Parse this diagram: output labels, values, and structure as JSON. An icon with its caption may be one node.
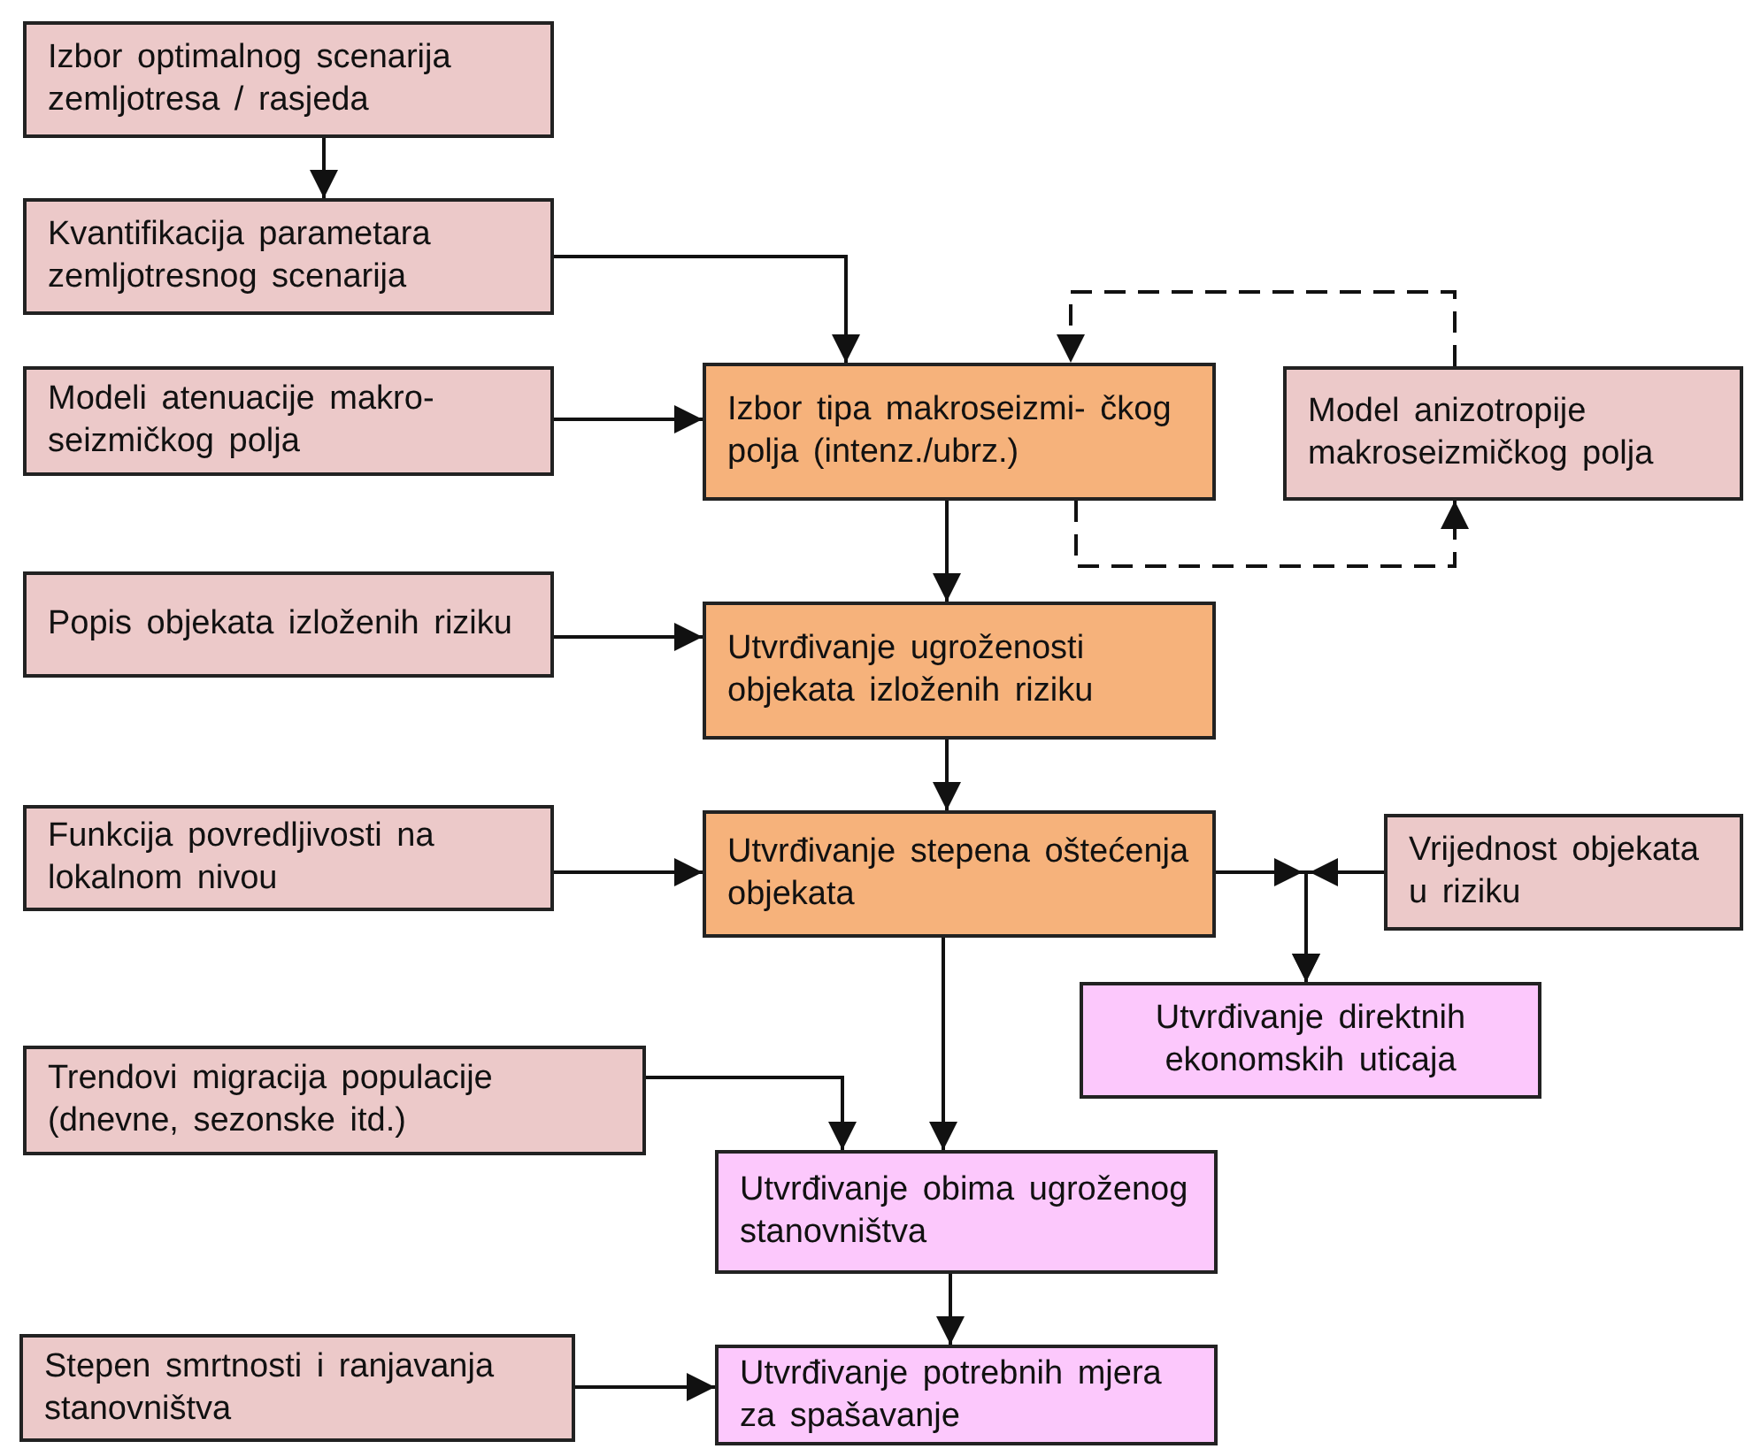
{
  "diagram": {
    "nodes": [
      {
        "text": [
          "Izbor optimalnog scenarija zemljotresa / rasjeda"
        ]
      },
      {
        "text": [
          "Kvantifikacija parametara zemljotresnog scenarija"
        ]
      },
      {
        "text": [
          "Modeli atenuacije makro- seizmičkog polja"
        ]
      },
      {
        "text": [
          "Izbor tipa makroseizmi- čkog polja (intenz./ubrz.)"
        ]
      },
      {
        "text": [
          "Model anizotropije makroseizmičkog polja"
        ]
      },
      {
        "text": [
          "Popis objekata izloženih riziku"
        ]
      },
      {
        "text": [
          "Utvrđivanje ugroženosti objekata izloženih riziku"
        ]
      },
      {
        "text": [
          "Funkcija povredljivosti na lokalnom nivou"
        ]
      },
      {
        "text": [
          "Utvrđivanje stepena oštećenja objekata"
        ]
      },
      {
        "text": [
          "Vrijednost objekata u riziku"
        ]
      },
      {
        "text": [
          "Utvrđivanje direktnih ekonomskih uticaja"
        ]
      },
      {
        "text": [
          "Trendovi migracija populacije (dnevne, sezonske itd.)"
        ]
      },
      {
        "text": [
          "Utvrđivanje obima ugroženog stanovništva"
        ]
      },
      {
        "text": [
          "Stepen smrtnosti i ranjavanja stanovništva"
        ]
      },
      {
        "text": [
          "Utvrđivanje potrebnih mjera za spašavanje"
        ]
      }
    ],
    "edges": [
      {
        "from": 0,
        "to": 1,
        "arrow": "to"
      },
      {
        "from": 1,
        "to": 3,
        "arrow": "to"
      },
      {
        "from": 2,
        "to": 3,
        "arrow": "to"
      },
      {
        "from": 3,
        "to": 4,
        "arrow": "to",
        "style": "dashed"
      },
      {
        "from": 4,
        "to": 3,
        "arrow": "to",
        "style": "dashed"
      },
      {
        "from": 3,
        "to": 6,
        "arrow": "to"
      },
      {
        "from": 5,
        "to": 6,
        "arrow": "to"
      },
      {
        "from": 6,
        "to": 8,
        "arrow": "to"
      },
      {
        "from": 7,
        "to": 8,
        "arrow": "to"
      },
      {
        "from": 8,
        "to": 10,
        "arrow": "to"
      },
      {
        "from": 9,
        "to": 10,
        "arrow": "to"
      },
      {
        "from": 8,
        "to": 12,
        "arrow": "to"
      },
      {
        "from": 11,
        "to": 12,
        "arrow": "to"
      },
      {
        "from": 12,
        "to": 14,
        "arrow": "to"
      },
      {
        "from": 13,
        "to": 14,
        "arrow": "to"
      }
    ]
  }
}
